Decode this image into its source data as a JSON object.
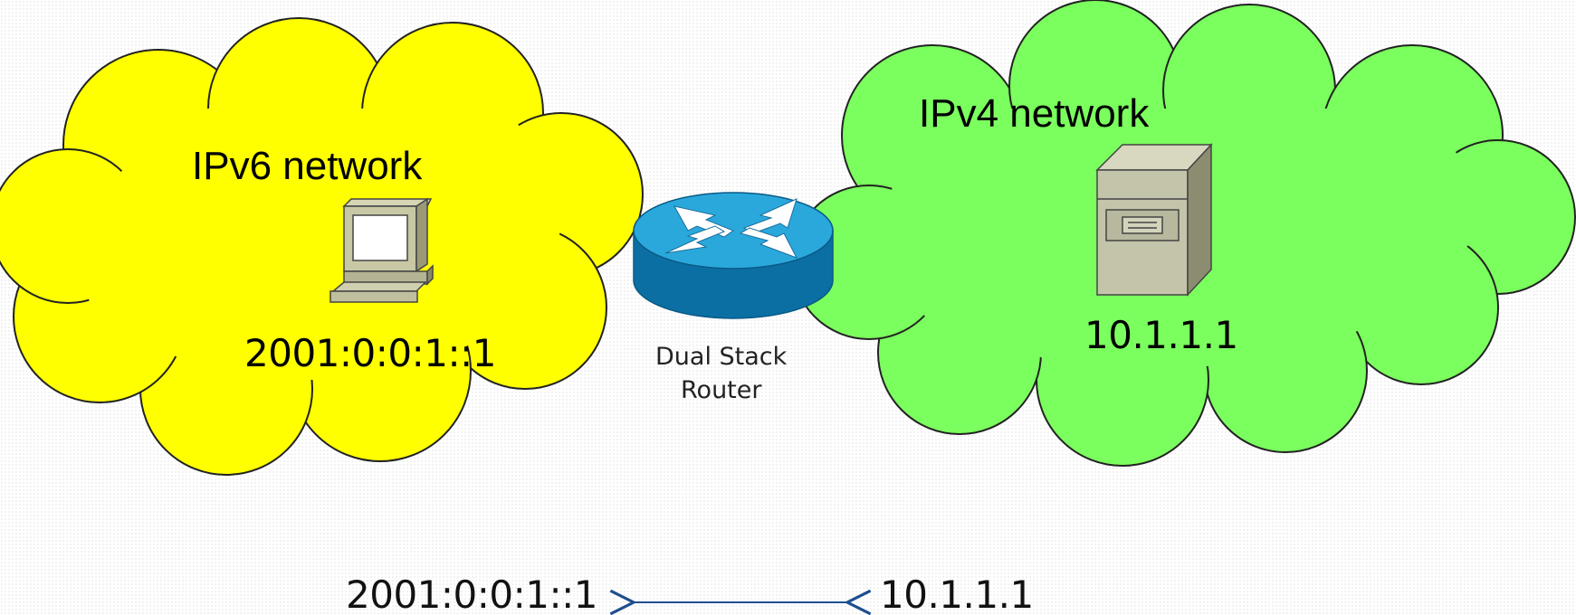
{
  "ipv6_cloud": {
    "title": "IPv6 network",
    "address": "2001:0:0:1::1",
    "fill": "#ffff00",
    "device": "desktop-computer-icon"
  },
  "ipv4_cloud": {
    "title": "IPv4 network",
    "address": "10.1.1.1",
    "fill": "#7bff5e",
    "device": "server-tower-icon"
  },
  "router": {
    "label_line1": "Dual Stack",
    "label_line2": "Router",
    "top_color": "#2aa8dc",
    "side_color": "#0b6fa3",
    "device": "router-icon"
  },
  "translation": {
    "left_address": "2001:0:0:1::1",
    "right_address": "10.1.1.1",
    "arrow_color": "#1d4f8f"
  }
}
